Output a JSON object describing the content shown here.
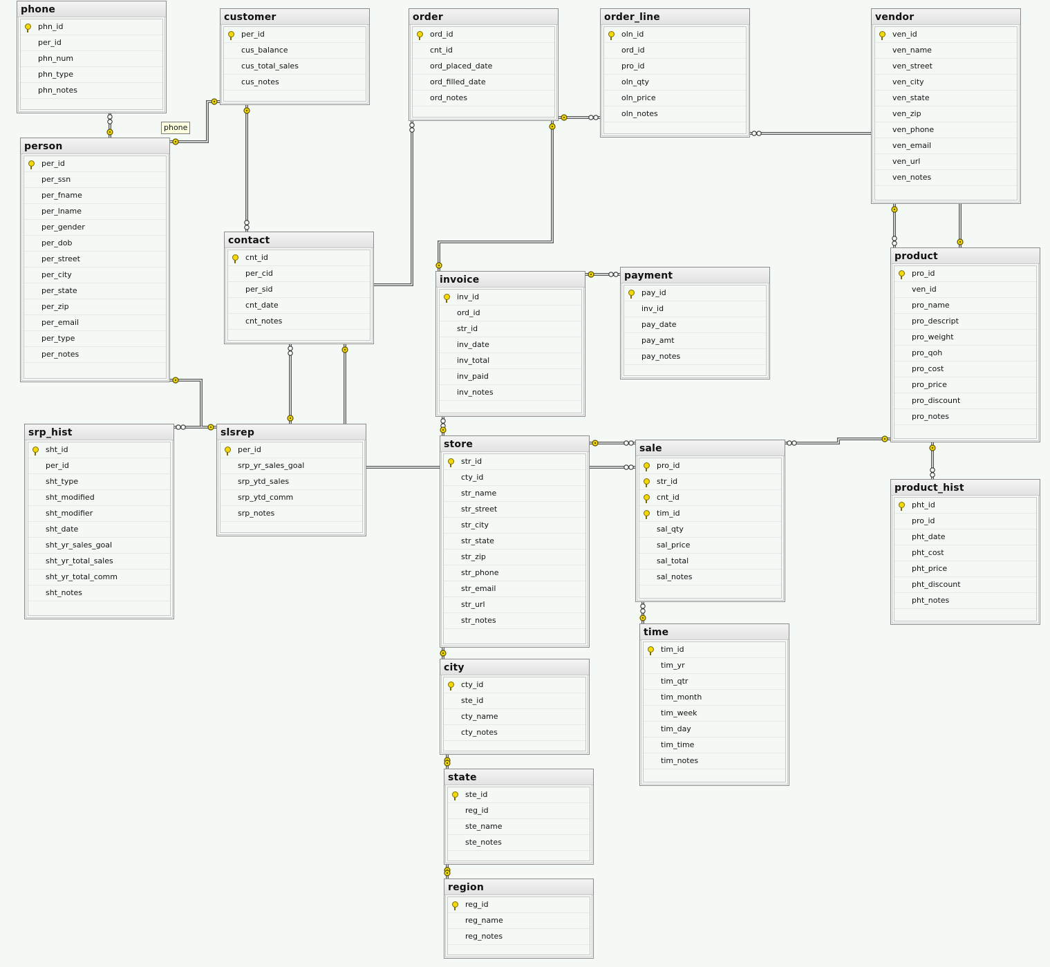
{
  "diagram": {
    "tooltip": "phone",
    "tables": [
      {
        "name": "phone",
        "columns": [
          {
            "n": "phn_id",
            "pk": true
          },
          {
            "n": "per_id"
          },
          {
            "n": "phn_num"
          },
          {
            "n": "phn_type"
          },
          {
            "n": "phn_notes"
          }
        ]
      },
      {
        "name": "customer",
        "columns": [
          {
            "n": "per_id",
            "pk": true
          },
          {
            "n": "cus_balance"
          },
          {
            "n": "cus_total_sales"
          },
          {
            "n": "cus_notes"
          }
        ]
      },
      {
        "name": "order",
        "columns": [
          {
            "n": "ord_id",
            "pk": true
          },
          {
            "n": "cnt_id"
          },
          {
            "n": "ord_placed_date"
          },
          {
            "n": "ord_filled_date"
          },
          {
            "n": "ord_notes"
          }
        ]
      },
      {
        "name": "order_line",
        "columns": [
          {
            "n": "oln_id",
            "pk": true
          },
          {
            "n": "ord_id"
          },
          {
            "n": "pro_id"
          },
          {
            "n": "oln_qty"
          },
          {
            "n": "oln_price"
          },
          {
            "n": "oln_notes"
          }
        ]
      },
      {
        "name": "vendor",
        "columns": [
          {
            "n": "ven_id",
            "pk": true
          },
          {
            "n": "ven_name"
          },
          {
            "n": "ven_street"
          },
          {
            "n": "ven_city"
          },
          {
            "n": "ven_state"
          },
          {
            "n": "ven_zip"
          },
          {
            "n": "ven_phone"
          },
          {
            "n": "ven_email"
          },
          {
            "n": "ven_url"
          },
          {
            "n": "ven_notes"
          }
        ]
      },
      {
        "name": "person",
        "columns": [
          {
            "n": "per_id",
            "pk": true
          },
          {
            "n": "per_ssn"
          },
          {
            "n": "per_fname"
          },
          {
            "n": "per_lname"
          },
          {
            "n": "per_gender"
          },
          {
            "n": "per_dob"
          },
          {
            "n": "per_street"
          },
          {
            "n": "per_city"
          },
          {
            "n": "per_state"
          },
          {
            "n": "per_zip"
          },
          {
            "n": "per_email"
          },
          {
            "n": "per_type"
          },
          {
            "n": "per_notes"
          }
        ]
      },
      {
        "name": "contact",
        "columns": [
          {
            "n": "cnt_id",
            "pk": true
          },
          {
            "n": "per_cid"
          },
          {
            "n": "per_sid"
          },
          {
            "n": "cnt_date"
          },
          {
            "n": "cnt_notes"
          }
        ]
      },
      {
        "name": "invoice",
        "columns": [
          {
            "n": "inv_id",
            "pk": true
          },
          {
            "n": "ord_id"
          },
          {
            "n": "str_id"
          },
          {
            "n": "inv_date"
          },
          {
            "n": "inv_total"
          },
          {
            "n": "inv_paid"
          },
          {
            "n": "inv_notes"
          }
        ]
      },
      {
        "name": "payment",
        "columns": [
          {
            "n": "pay_id",
            "pk": true
          },
          {
            "n": "inv_id"
          },
          {
            "n": "pay_date"
          },
          {
            "n": "pay_amt"
          },
          {
            "n": "pay_notes"
          }
        ]
      },
      {
        "name": "product",
        "columns": [
          {
            "n": "pro_id",
            "pk": true
          },
          {
            "n": "ven_id"
          },
          {
            "n": "pro_name"
          },
          {
            "n": "pro_descript"
          },
          {
            "n": "pro_weight"
          },
          {
            "n": "pro_qoh"
          },
          {
            "n": "pro_cost"
          },
          {
            "n": "pro_price"
          },
          {
            "n": "pro_discount"
          },
          {
            "n": "pro_notes"
          }
        ]
      },
      {
        "name": "srp_hist",
        "columns": [
          {
            "n": "sht_id",
            "pk": true
          },
          {
            "n": "per_id"
          },
          {
            "n": "sht_type"
          },
          {
            "n": "sht_modified"
          },
          {
            "n": "sht_modifier"
          },
          {
            "n": "sht_date"
          },
          {
            "n": "sht_yr_sales_goal"
          },
          {
            "n": "sht_yr_total_sales"
          },
          {
            "n": "sht_yr_total_comm"
          },
          {
            "n": "sht_notes"
          }
        ]
      },
      {
        "name": "slsrep",
        "columns": [
          {
            "n": "per_id",
            "pk": true
          },
          {
            "n": "srp_yr_sales_goal"
          },
          {
            "n": "srp_ytd_sales"
          },
          {
            "n": "srp_ytd_comm"
          },
          {
            "n": "srp_notes"
          }
        ]
      },
      {
        "name": "store",
        "columns": [
          {
            "n": "str_id",
            "pk": true
          },
          {
            "n": "cty_id"
          },
          {
            "n": "str_name"
          },
          {
            "n": "str_street"
          },
          {
            "n": "str_city"
          },
          {
            "n": "str_state"
          },
          {
            "n": "str_zip"
          },
          {
            "n": "str_phone"
          },
          {
            "n": "str_email"
          },
          {
            "n": "str_url"
          },
          {
            "n": "str_notes"
          }
        ]
      },
      {
        "name": "sale",
        "columns": [
          {
            "n": "pro_id",
            "pk": true
          },
          {
            "n": "str_id",
            "pk": true
          },
          {
            "n": "cnt_id",
            "pk": true
          },
          {
            "n": "tim_id",
            "pk": true
          },
          {
            "n": "sal_qty"
          },
          {
            "n": "sal_price"
          },
          {
            "n": "sal_total"
          },
          {
            "n": "sal_notes"
          }
        ]
      },
      {
        "name": "product_hist",
        "columns": [
          {
            "n": "pht_id",
            "pk": true
          },
          {
            "n": "pro_id"
          },
          {
            "n": "pht_date"
          },
          {
            "n": "pht_cost"
          },
          {
            "n": "pht_price"
          },
          {
            "n": "pht_discount"
          },
          {
            "n": "pht_notes"
          }
        ]
      },
      {
        "name": "city",
        "columns": [
          {
            "n": "cty_id",
            "pk": true
          },
          {
            "n": "ste_id"
          },
          {
            "n": "cty_name"
          },
          {
            "n": "cty_notes"
          }
        ]
      },
      {
        "name": "time",
        "columns": [
          {
            "n": "tim_id",
            "pk": true
          },
          {
            "n": "tim_yr"
          },
          {
            "n": "tim_qtr"
          },
          {
            "n": "tim_month"
          },
          {
            "n": "tim_week"
          },
          {
            "n": "tim_day"
          },
          {
            "n": "tim_time"
          },
          {
            "n": "tim_notes"
          }
        ]
      },
      {
        "name": "state",
        "columns": [
          {
            "n": "ste_id",
            "pk": true
          },
          {
            "n": "reg_id"
          },
          {
            "n": "ste_name"
          },
          {
            "n": "ste_notes"
          }
        ]
      },
      {
        "name": "region",
        "columns": [
          {
            "n": "reg_id",
            "pk": true
          },
          {
            "n": "reg_name"
          },
          {
            "n": "reg_notes"
          }
        ]
      }
    ]
  }
}
